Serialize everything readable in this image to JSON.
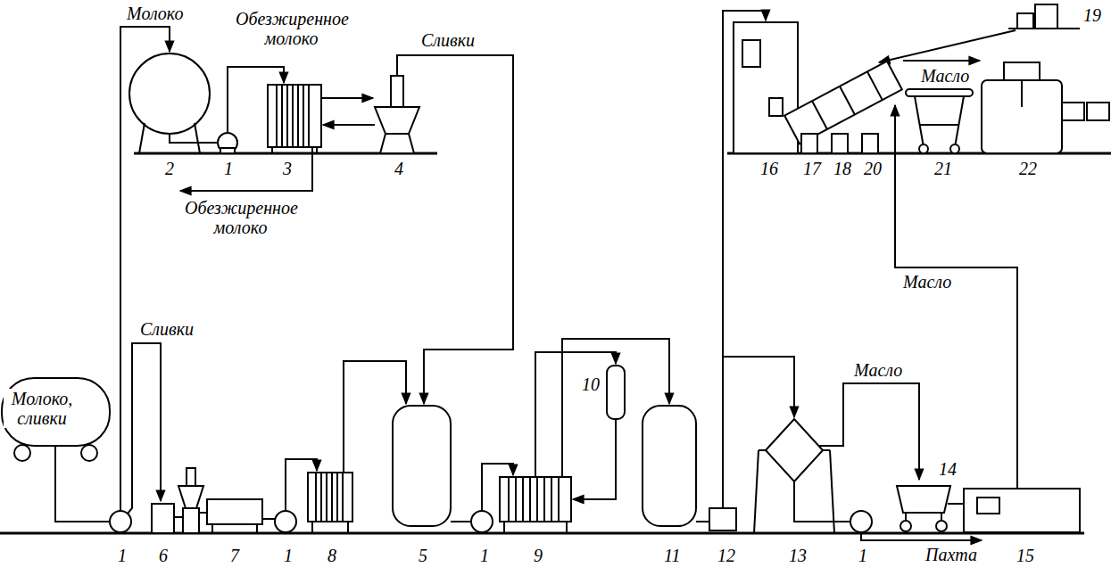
{
  "diagram": {
    "labels": [
      "Молоко",
      "Обезжиренное молоко",
      "Сливки",
      "2",
      "1",
      "3",
      "4",
      "Обезжиренное молоко",
      "19",
      "Масло",
      "16",
      "17",
      "18",
      "20",
      "21",
      "22",
      "Масло",
      "Сливки",
      "Молоко, сливки",
      "10",
      "Масло",
      "14",
      "Пахта",
      "1",
      "6",
      "7",
      "1",
      "8",
      "5",
      "1",
      "9",
      "11",
      "12",
      "13",
      "1",
      "15"
    ]
  }
}
